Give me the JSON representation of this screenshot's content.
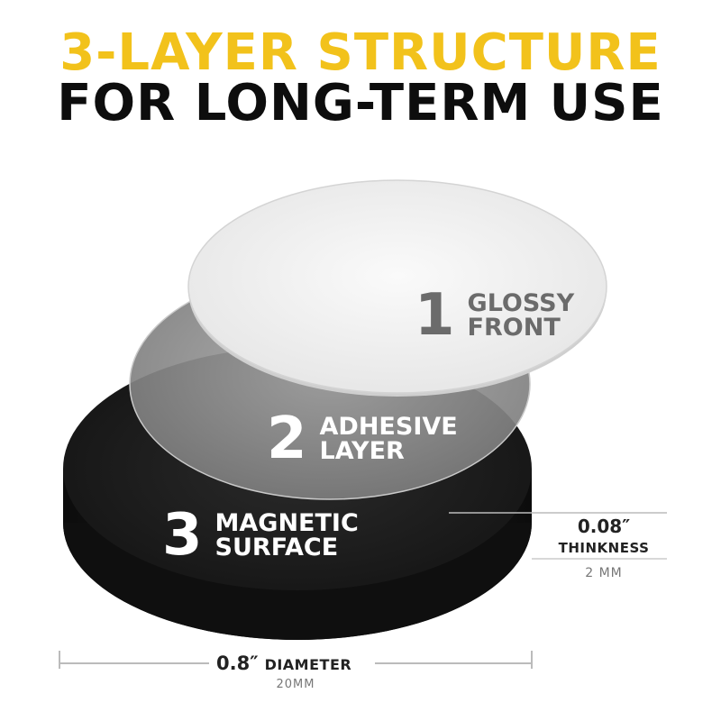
{
  "headline": {
    "line1": "3-LAYER STRUCTURE",
    "line2": "FOR LONG-TERM USE"
  },
  "layers": [
    {
      "number": "1",
      "line1": "GLOSSY",
      "line2": "FRONT"
    },
    {
      "number": "2",
      "line1": "ADHESIVE",
      "line2": "LAYER"
    },
    {
      "number": "3",
      "line1": "MAGNETIC",
      "line2": "SURFACE"
    }
  ],
  "thickness": {
    "value": "0.08″",
    "label": "THINKNESS",
    "metric": "2 MM"
  },
  "diameter": {
    "value": "0.8″",
    "label": "DIAMETER",
    "metric": "20MM"
  },
  "colors": {
    "accent": "#f2c21b",
    "headline_dark": "#0d0d0d",
    "magnetic_layer": "#1a1a1a",
    "adhesive_layer": "#8a8a8a",
    "glossy_layer": "#f2f2f2"
  }
}
